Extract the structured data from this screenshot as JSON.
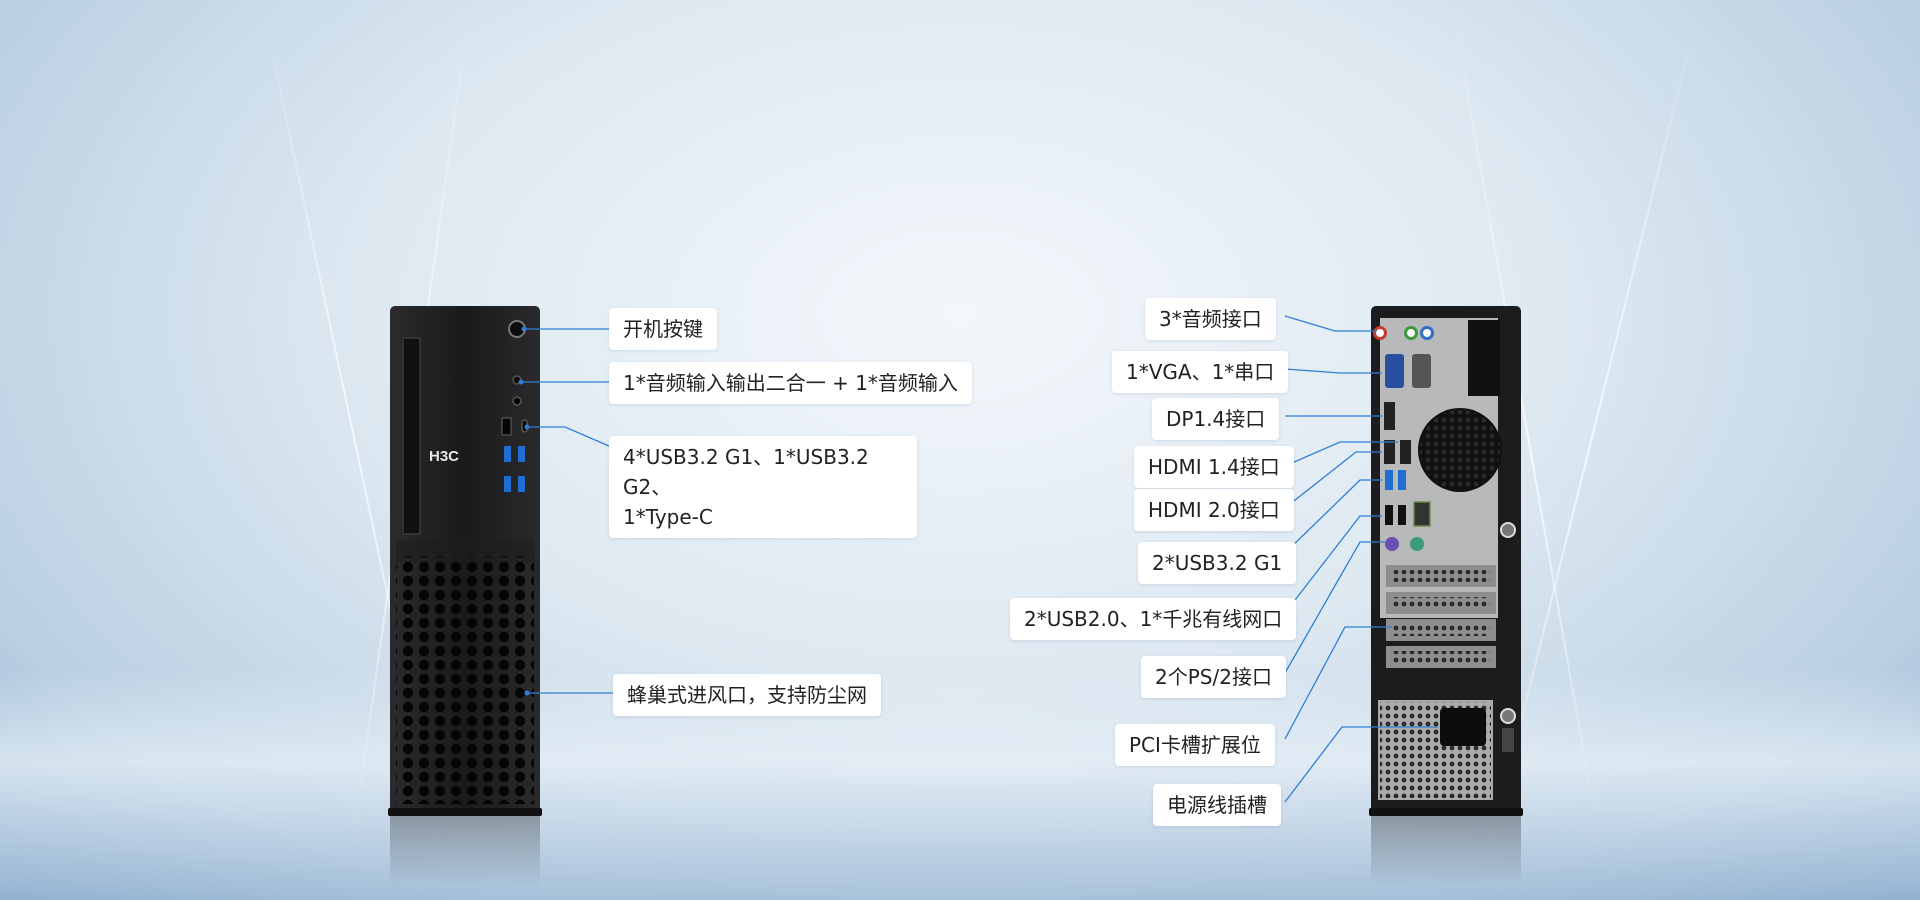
{
  "front_callouts": {
    "power": "开机按键",
    "audio": "1*音频输入输出二合一 + 1*音频输入",
    "usb_line1": "4*USB3.2 G1、1*USB3.2 G2、",
    "usb_line2": "1*Type-C",
    "vent": "蜂巢式进风口，支持防尘网"
  },
  "rear_callouts": {
    "audio": "3*音频接口",
    "vga_serial": "1*VGA、1*串口",
    "dp": "DP1.4接口",
    "hdmi14": "HDMI 1.4接口",
    "hdmi20": "HDMI 2.0接口",
    "usb32": "2*USB3.2 G1",
    "usb20_lan": "2*USB2.0、1*千兆有线网口",
    "ps2": "2个PS/2接口",
    "pci": "PCI卡槽扩展位",
    "power": "电源线插槽"
  },
  "brand_logo": "H3C",
  "colors": {
    "accent_line": "#2f7fd6",
    "chassis": "#1c1c1e",
    "rear_panel": "#b7b9bb"
  }
}
